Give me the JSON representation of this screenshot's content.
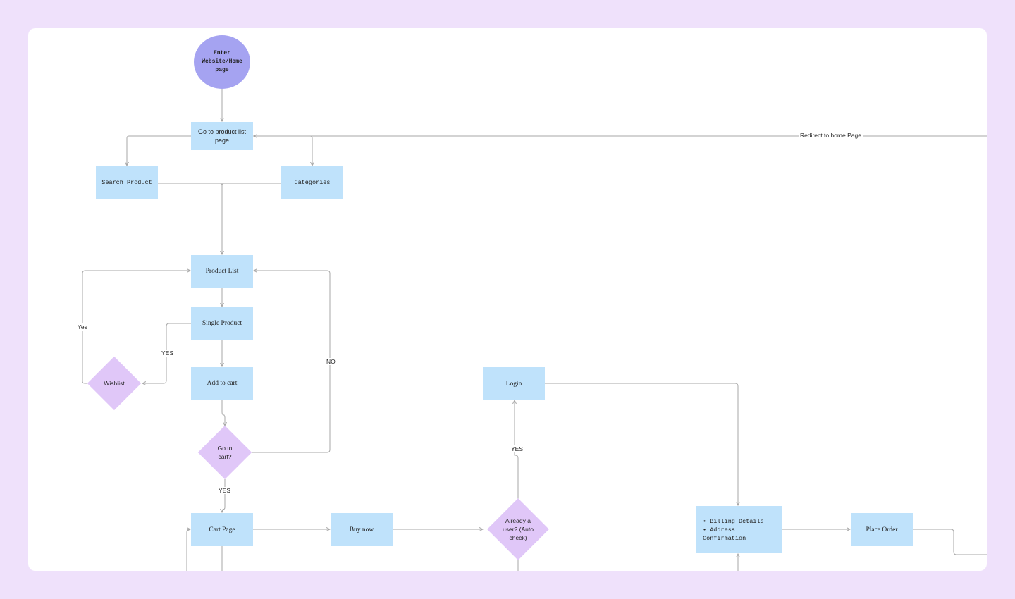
{
  "nodes": {
    "start": "Enter Website/Home page",
    "product_list_page": "Go to product list page",
    "search_product": "Search Product",
    "categories": "Categories",
    "product_list": "Product List",
    "single_product": "Single Product",
    "wishlist": "Wishlist",
    "add_to_cart": "Add to cart",
    "go_to_cart": "Go to cart?",
    "cart_page": "Cart Page",
    "buy_now": "Buy now",
    "already_user": "Already a user? (Auto check)",
    "login": "Login",
    "billing_details": "Billing Details",
    "address_confirmation": "Address Confirmation",
    "place_order": "Place Order"
  },
  "edge_labels": {
    "redirect_home": "Redirect to home Page",
    "yes_wishlist_back": "Yes",
    "yes_wishlist": "YES",
    "no_go_cart": "NO",
    "yes_go_cart": "YES",
    "yes_login": "YES"
  },
  "colors": {
    "background": "#efe1fb",
    "canvas": "#ffffff",
    "process": "#bfe2fb",
    "decision": "#e0c7f8",
    "start": "#a5a3f1",
    "edge": "#a7a7a7"
  }
}
